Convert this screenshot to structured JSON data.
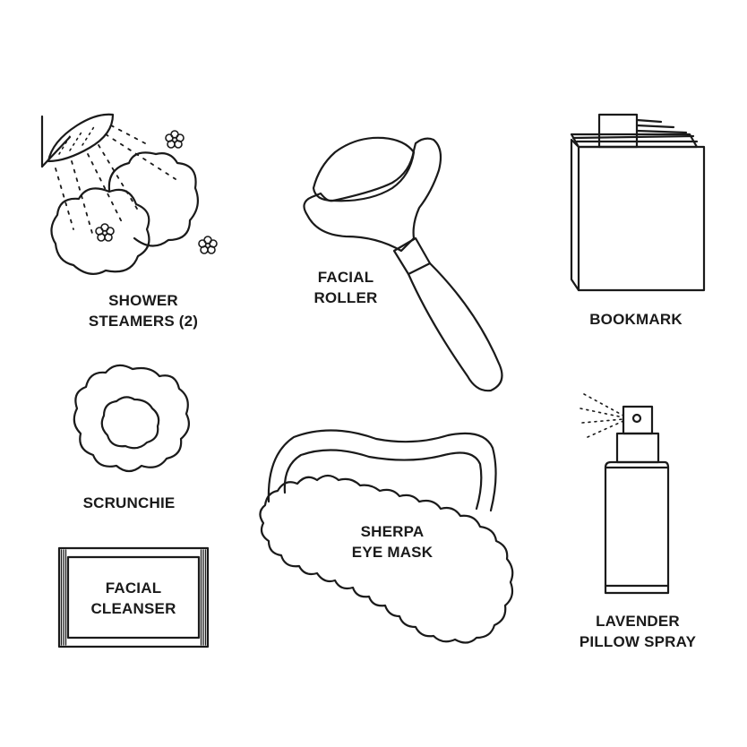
{
  "items": {
    "shower_steamers": {
      "line1": "SHOWER",
      "line2": "STEAMERS (2)"
    },
    "facial_roller": {
      "line1": "FACIAL",
      "line2": "ROLLER"
    },
    "bookmark": {
      "line1": "BOOKMARK"
    },
    "scrunchie": {
      "line1": "SCRUNCHIE"
    },
    "sherpa_eye_mask": {
      "line1": "SHERPA",
      "line2": "EYE MASK"
    },
    "facial_cleanser": {
      "line1": "FACIAL",
      "line2": "CLEANSER"
    },
    "lavender_pillow_spray": {
      "line1": "LAVENDER",
      "line2": "PILLOW SPRAY"
    }
  },
  "colors": {
    "ink": "#1a1a1a",
    "background": "#ffffff"
  }
}
